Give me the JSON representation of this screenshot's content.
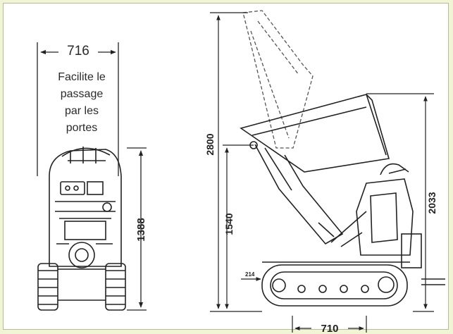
{
  "dimensions": {
    "width_front": "716",
    "height_front": "1388",
    "height_max_tipped": "2800",
    "height_operator": "1540",
    "height_skip": "2033",
    "track_offset": "214",
    "base_length": "710"
  },
  "caption_lines": [
    "Facilite le",
    "passage",
    "par les",
    "portes"
  ],
  "colors": {
    "background": "#f2f4d6",
    "line": "#222222",
    "frame": "#b8bb9a"
  }
}
